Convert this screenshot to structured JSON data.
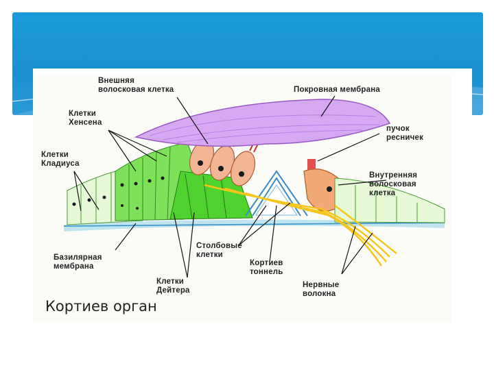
{
  "colors": {
    "header": "#1b93d4",
    "membrane": "#cc99ee",
    "hair_cells": "#f0b89a",
    "support_cells": "#66dd44",
    "light_cells": "#dff5c8",
    "nerves": "#ffcc22"
  },
  "labels": {
    "outer_hair_cell": "Внешняя\nволосковая клетка",
    "tectorial_membrane": "Покровная мембрана",
    "hensen_cells": "Клетки\nХенсена",
    "cilia_bundle": "пучок\nресничек",
    "claudius_cells": "Клетки\nКладиуса",
    "inner_hair_cell": "Внутренняя\nволосковая\nклетка",
    "basilar_membrane": "Базилярная\nмембрана",
    "pillar_cells": "Столбовые\nклетки",
    "corti_tunnel": "Кортиев\nтоннель",
    "nerve_fibers": "Нервные\nволокна",
    "deiters_cells": "Клетки\nДейтера"
  },
  "caption": "Кортиев орган"
}
